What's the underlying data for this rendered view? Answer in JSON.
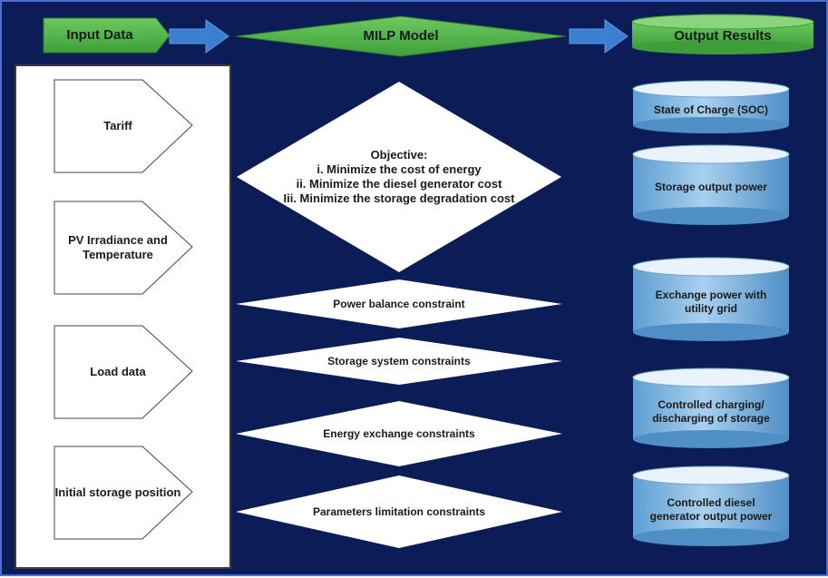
{
  "header": {
    "input_data": "Input Data",
    "milp_model": "MILP Model",
    "output_results": "Output Results"
  },
  "inputs": [
    "Tariff",
    "PV Irradiance and Temperature",
    "Load data",
    "Initial storage position"
  ],
  "objective": {
    "title": "Objective:",
    "items": [
      "i. Minimize the cost of energy",
      "ii. Minimize the diesel generator cost",
      "Iii. Minimize the storage degradation cost"
    ]
  },
  "constraints": [
    "Power balance constraint",
    "Storage system constraints",
    "Energy exchange constraints",
    "Parameters limitation constraints"
  ],
  "outputs": [
    "State of Charge (SOC)",
    "Storage output power",
    "Exchange power with utility grid",
    "Controlled charging/ discharging of storage",
    "Controlled diesel generator output power"
  ],
  "colors": {
    "background": "#0c1c56",
    "green": "#4fb848",
    "arrow_blue": "#3a7fd0",
    "cylinder_top": "#eaf3fb",
    "cylinder_body": "#7fb4dc"
  }
}
